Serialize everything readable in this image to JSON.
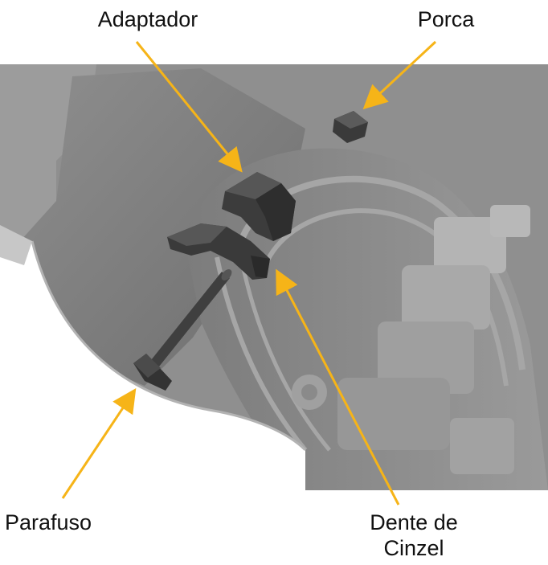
{
  "labels": {
    "adaptador": "Adaptador",
    "porca": "Porca",
    "parafuso": "Parafuso",
    "dente_line1": "Dente de",
    "dente_line2": "Cinzel"
  },
  "colors": {
    "leader": "#f6b418",
    "background": "#ffffff",
    "machine_dark": "#3f3f3f",
    "machine_mid": "#7a7a7a",
    "machine_light": "#a8a8a8"
  }
}
